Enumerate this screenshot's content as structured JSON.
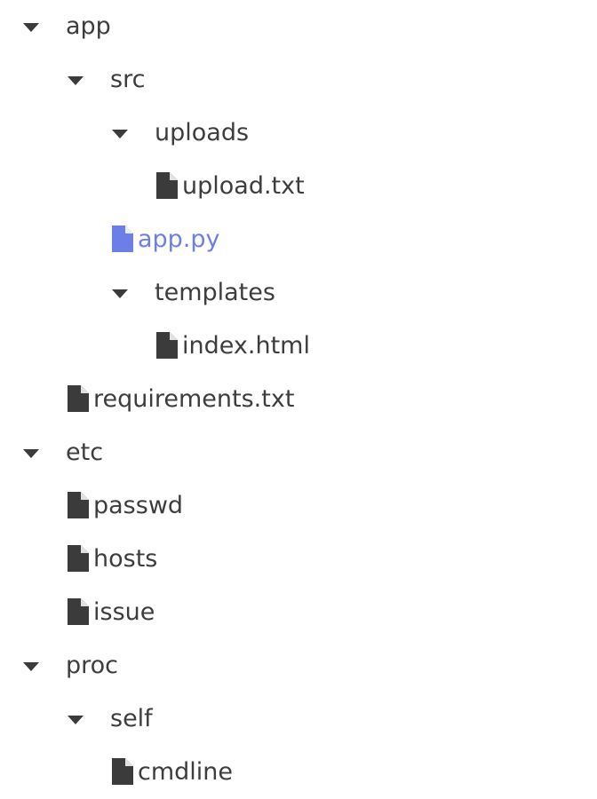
{
  "colors": {
    "text": "#3d3d3d",
    "icon": "#3b3b3b",
    "active": "#6b7fe6"
  },
  "tree": {
    "app": "app",
    "src": "src",
    "uploads": "uploads",
    "upload_txt": "upload.txt",
    "app_py": "app.py",
    "templates": "templates",
    "index_html": "index.html",
    "requirements_txt": "requirements.txt",
    "etc": "etc",
    "passwd": "passwd",
    "hosts": "hosts",
    "issue": "issue",
    "proc": "proc",
    "self": "self",
    "cmdline": "cmdline"
  },
  "icons": {
    "folder_toggle": "caret-down-icon",
    "file": "file-icon"
  },
  "selected_file": "app.py"
}
